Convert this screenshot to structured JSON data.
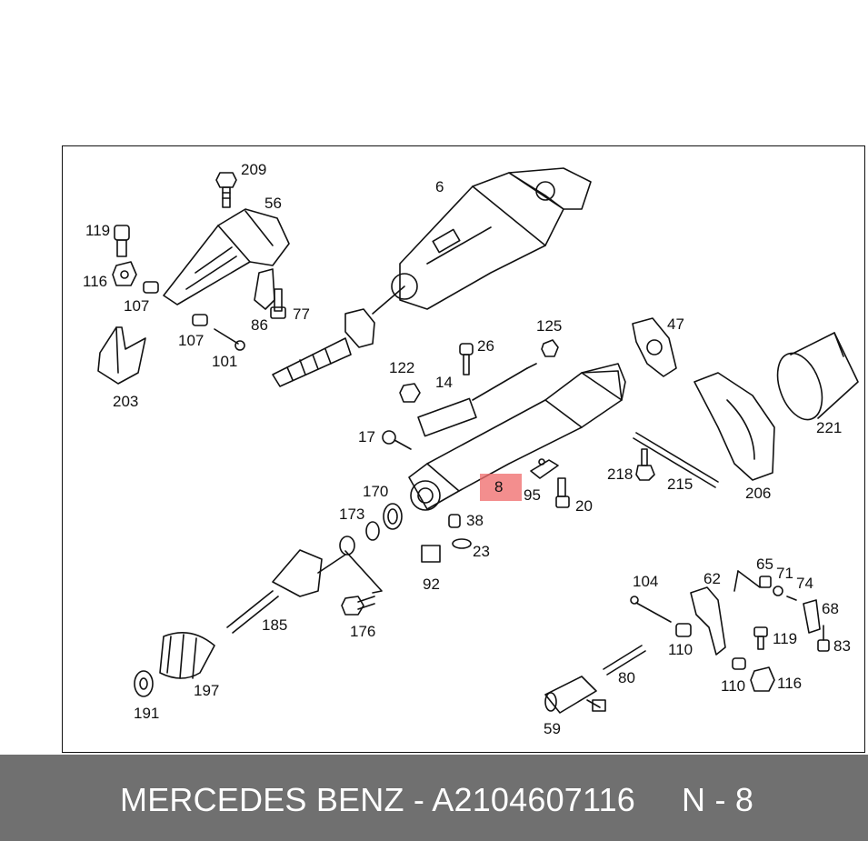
{
  "colors": {
    "line": "#111111",
    "highlight": "#f06e6e",
    "footer_bg": "#707070",
    "footer_text": "#ffffff"
  },
  "callouts": [
    {
      "id": "c209",
      "text": "209"
    },
    {
      "id": "c56",
      "text": "56"
    },
    {
      "id": "c6",
      "text": "6"
    },
    {
      "id": "c119a",
      "text": "119"
    },
    {
      "id": "c116a",
      "text": "116"
    },
    {
      "id": "c107a",
      "text": "107"
    },
    {
      "id": "c107b",
      "text": "107"
    },
    {
      "id": "c86",
      "text": "86"
    },
    {
      "id": "c77",
      "text": "77"
    },
    {
      "id": "c101",
      "text": "101"
    },
    {
      "id": "c203",
      "text": "203"
    },
    {
      "id": "c125",
      "text": "125"
    },
    {
      "id": "c26",
      "text": "26"
    },
    {
      "id": "c122",
      "text": "122"
    },
    {
      "id": "c14",
      "text": "14"
    },
    {
      "id": "c47",
      "text": "47"
    },
    {
      "id": "c17",
      "text": "17"
    },
    {
      "id": "c221",
      "text": "221"
    },
    {
      "id": "c218",
      "text": "218"
    },
    {
      "id": "c215",
      "text": "215"
    },
    {
      "id": "c206",
      "text": "206"
    },
    {
      "id": "c8",
      "text": "8"
    },
    {
      "id": "c95",
      "text": "95"
    },
    {
      "id": "c20",
      "text": "20"
    },
    {
      "id": "c170",
      "text": "170"
    },
    {
      "id": "c173",
      "text": "173"
    },
    {
      "id": "c38",
      "text": "38"
    },
    {
      "id": "c23",
      "text": "23"
    },
    {
      "id": "c92",
      "text": "92"
    },
    {
      "id": "c185",
      "text": "185"
    },
    {
      "id": "c176",
      "text": "176"
    },
    {
      "id": "c197",
      "text": "197"
    },
    {
      "id": "c191",
      "text": "191"
    },
    {
      "id": "c104",
      "text": "104"
    },
    {
      "id": "c62",
      "text": "62"
    },
    {
      "id": "c65",
      "text": "65"
    },
    {
      "id": "c71",
      "text": "71"
    },
    {
      "id": "c74",
      "text": "74"
    },
    {
      "id": "c68",
      "text": "68"
    },
    {
      "id": "c119b",
      "text": "119"
    },
    {
      "id": "c83",
      "text": "83"
    },
    {
      "id": "c110a",
      "text": "110"
    },
    {
      "id": "c80",
      "text": "80"
    },
    {
      "id": "c110b",
      "text": "110"
    },
    {
      "id": "c116b",
      "text": "116"
    },
    {
      "id": "c59",
      "text": "59"
    }
  ],
  "footer": {
    "brand": "MERCEDES BENZ",
    "separator": " - ",
    "part_number": "A2104607116",
    "position": "N - 8"
  }
}
